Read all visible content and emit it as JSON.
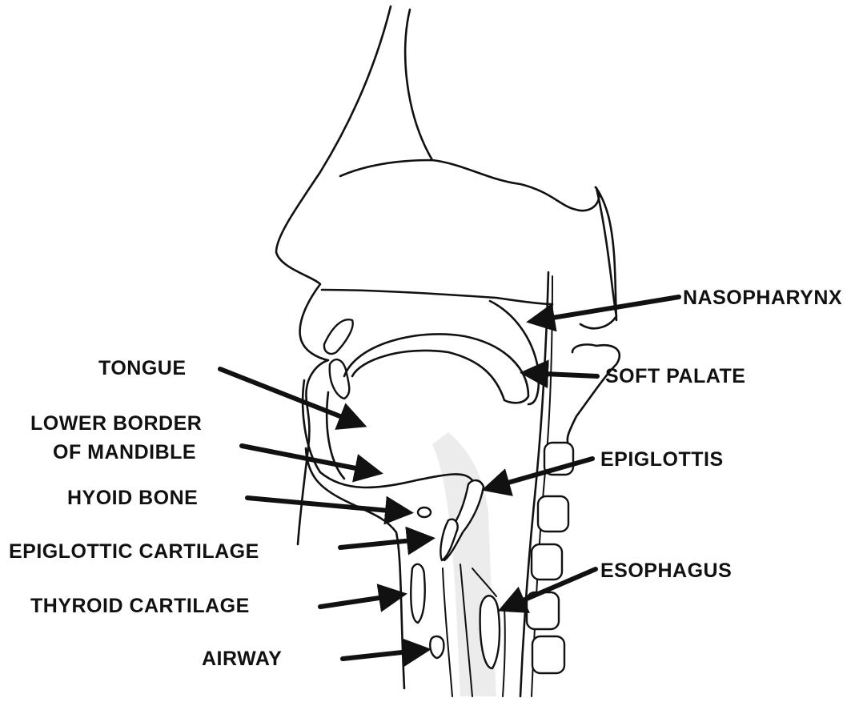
{
  "diagram": {
    "labels": {
      "nasopharynx": "NASOPHARYNX",
      "soft_palate": "SOFT PALATE",
      "tongue": "TONGUE",
      "lower_border_line1": "LOWER BORDER",
      "lower_border_line2": "OF MANDIBLE",
      "epiglottis": "EPIGLOTTIS",
      "hyoid_bone": "HYOID BONE",
      "epiglottic_cartilage": "EPIGLOTTIC CARTILAGE",
      "esophagus": "ESOPHAGUS",
      "thyroid_cartilage": "THYROID CARTILAGE",
      "airway": "AIRWAY"
    },
    "colors": {
      "ink": "#111111",
      "background": "#ffffff",
      "shading": "#e6e6e6"
    }
  }
}
